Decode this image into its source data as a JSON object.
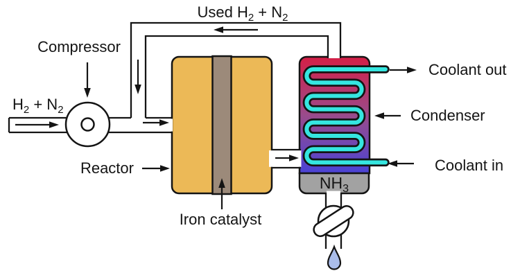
{
  "colors": {
    "line": "#141414",
    "reactor_fill": "#ecb957",
    "catalyst_fill": "#9c8a7a",
    "condenser_top": "#d51f46",
    "condenser_mid": "#9a4b8b",
    "condenser_bottom": "#4a43d6",
    "coil": "#35e6e0",
    "collector_fill": "#a2a2a2",
    "droplet_fill": "#aabdea"
  },
  "labels": {
    "used_gas": {
      "part1": "Used H",
      "sub1": "2",
      "part2": " + N",
      "sub2": "2"
    },
    "compressor": "Compressor",
    "inlet_gas": {
      "part1": "H",
      "sub1": "2",
      "part2": " + N",
      "sub2": "2"
    },
    "reactor": "Reactor",
    "iron_catalyst": "Iron catalyst",
    "coolant_out": "Coolant out",
    "condenser": "Condenser",
    "coolant_in": "Coolant in",
    "ammonia": {
      "part1": "NH",
      "sub1": "3"
    }
  }
}
